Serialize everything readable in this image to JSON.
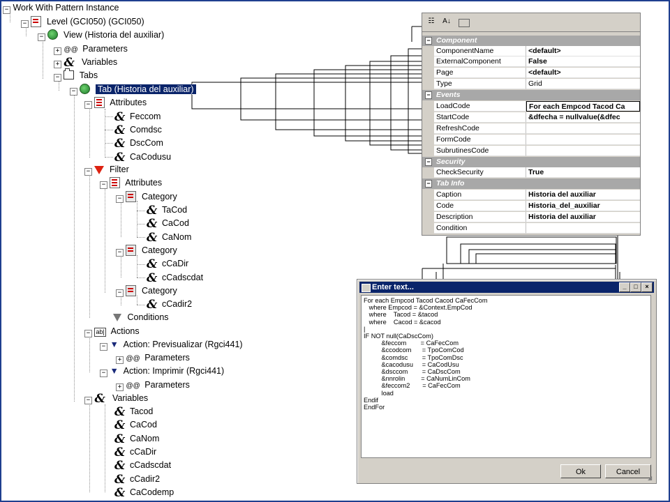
{
  "tree": {
    "root": "Work With Pattern Instance",
    "level": "Level (GCI050) (GCI050)",
    "view": "View (Historia del auxiliar)",
    "parameters": "Parameters",
    "variables": "Variables",
    "tabs": "Tabs",
    "tab": "Tab (Historia del auxiliar)",
    "attributes": "Attributes",
    "attr_items": [
      "Feccom",
      "Comdsc",
      "DscCom",
      "CaCodusu"
    ],
    "filter": "Filter",
    "filter_attributes": "Attributes",
    "category": "Category",
    "cat1_items": [
      "TaCod",
      "CaCod",
      "CaNom"
    ],
    "cat2_items": [
      "cCaDir",
      "cCadscdat"
    ],
    "cat3_items": [
      "cCadir2"
    ],
    "conditions": "Conditions",
    "actions": "Actions",
    "action1": "Action: Previsualizar (Rgci441)",
    "action2": "Action: Imprimir (Rgci441)",
    "action_parameters": "Parameters",
    "tab_variables": "Variables",
    "var_items": [
      "Tacod",
      "CaCod",
      "CaNom",
      "cCaDir",
      "cCadscdat",
      "cCadir2",
      "CaCodemp"
    ]
  },
  "properties": {
    "component_cat": "Component",
    "component": [
      {
        "name": "ComponentName",
        "value": "<default>"
      },
      {
        "name": "ExternalComponent",
        "value": "False"
      },
      {
        "name": "Page",
        "value": "<default>"
      },
      {
        "name": "Type",
        "value": "Grid"
      }
    ],
    "events_cat": "Events",
    "events": [
      {
        "name": "LoadCode",
        "value": "For each Empcod Tacod Ca"
      },
      {
        "name": "StartCode",
        "value": "&dfecha      = nullvalue(&dfec"
      },
      {
        "name": "RefreshCode",
        "value": ""
      },
      {
        "name": "FormCode",
        "value": ""
      },
      {
        "name": "SubrutinesCode",
        "value": ""
      }
    ],
    "security_cat": "Security",
    "security": [
      {
        "name": "CheckSecurity",
        "value": "True"
      }
    ],
    "tabinfo_cat": "Tab Info",
    "tabinfo": [
      {
        "name": "Caption",
        "value": "Historia del auxiliar"
      },
      {
        "name": "Code",
        "value": "Historia_del_auxiliar"
      },
      {
        "name": "Description",
        "value": "Historia del auxiliar"
      },
      {
        "name": "Condition",
        "value": ""
      }
    ]
  },
  "dialog": {
    "title": "Enter text...",
    "text": "For each Empcod Tacod Cacod CaFecCom\n   where Empcod = &Context.EmpCod\n   where    Tacod = &tacod\n   where    Cacod = &cacod\n|\nIF NOT null(CaDscCom)\n          &feccom        = CaFecCom\n          &ccodcom      = TpoComCod\n          &comdsc        = TpoComDsc\n          &cacodusu     = CaCodUsu\n          &dsccom        = CaDscCom\n          &nnrolin         = CaNumLinCom\n          &feccom2       = CaFecCom\n          load\nEndif\nEndFor",
    "ok": "Ok",
    "cancel": "Cancel"
  }
}
